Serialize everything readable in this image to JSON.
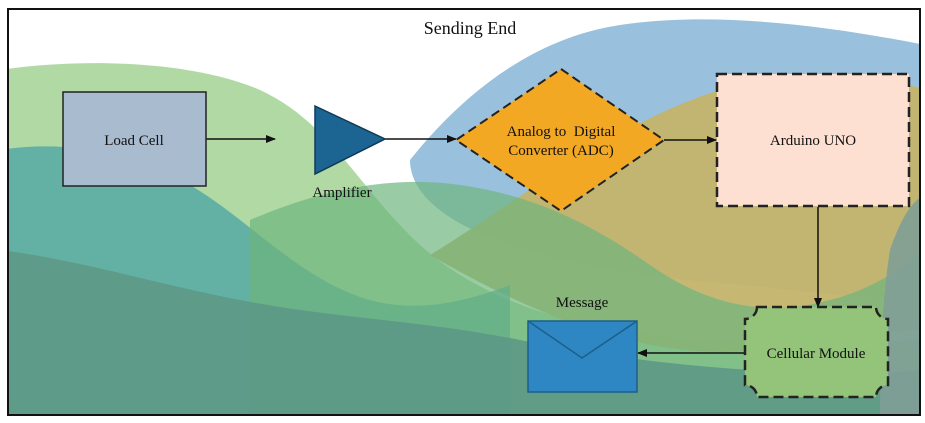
{
  "diagram": {
    "title": "Sending End",
    "nodes": {
      "load_cell": {
        "label": "Load Cell",
        "shape": "rectangle",
        "fill": "#a9bccf"
      },
      "amplifier": {
        "label": "Amplifier",
        "shape": "triangle",
        "fill": "#1c6491"
      },
      "adc": {
        "label_line1": "Analog to  Digital",
        "label_line2": "Converter (ADC)",
        "shape": "diamond",
        "fill": "#f2a823"
      },
      "arduino": {
        "label": "Arduino UNO",
        "shape": "dashed-rectangle",
        "fill": "#fde0d2"
      },
      "cellular": {
        "label": "Cellular Module",
        "shape": "dashed-notched-rectangle",
        "fill": "#93c47a"
      },
      "message": {
        "label": "Message",
        "icon": "envelope-icon",
        "fill": "#2e87c2"
      }
    },
    "connections": [
      {
        "from": "Load Cell",
        "to": "Amplifier"
      },
      {
        "from": "Amplifier",
        "to": "Analog to Digital Converter (ADC)"
      },
      {
        "from": "Analog to Digital Converter (ADC)",
        "to": "Arduino UNO"
      },
      {
        "from": "Arduino UNO",
        "to": "Cellular Module"
      },
      {
        "from": "Cellular Module",
        "to": "Message"
      }
    ]
  }
}
